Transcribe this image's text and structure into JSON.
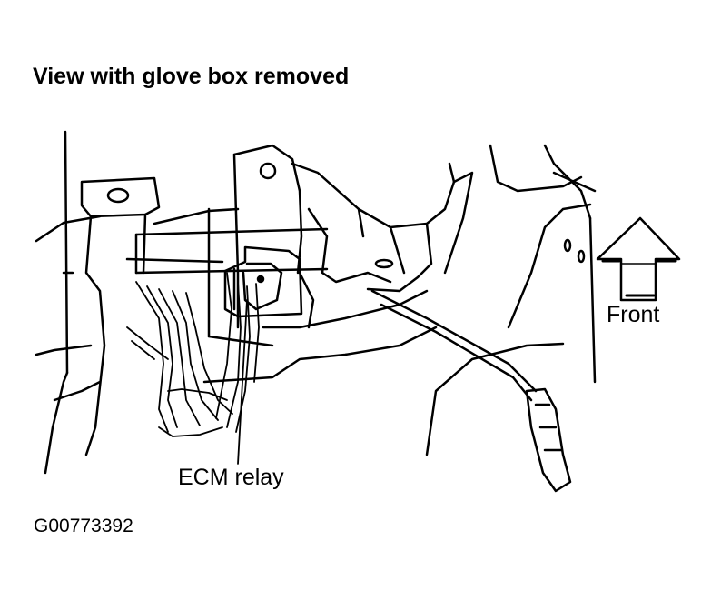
{
  "title": "View with glove box removed",
  "labels": {
    "front": "Front",
    "ecm_relay": "ECM relay"
  },
  "figure_id": "G00773392",
  "icons": {
    "direction_arrow": "arrow-up-icon"
  },
  "colors": {
    "line": "#000000",
    "background": "#ffffff"
  }
}
